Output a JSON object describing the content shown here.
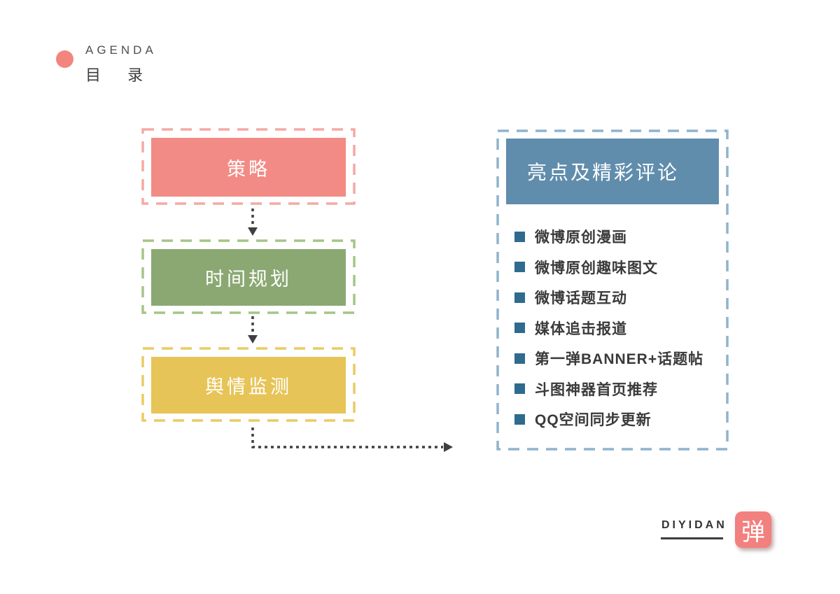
{
  "header": {
    "eyebrow": "AGENDA",
    "title": "目 录",
    "dot_color": "#F2867F"
  },
  "flow": {
    "steps": [
      {
        "label": "策略",
        "fill": "#F28B85",
        "dash": "#F5A9A4"
      },
      {
        "label": "时间规划",
        "fill": "#8BA873",
        "dash": "#A5C589"
      },
      {
        "label": "舆情监测",
        "fill": "#E7C457",
        "dash": "#EACB62"
      }
    ],
    "arrow_color": "#3F3F3F"
  },
  "panel": {
    "title": "亮点及精彩评论",
    "fill": "#618DAD",
    "dash": "#8FB3CD",
    "bullet_color": "#2E6B8E",
    "items": [
      "微博原创漫画",
      "微博原创趣味图文",
      "微博话题互动",
      "媒体追击报道",
      "第一弹BANNER+话题帖",
      "斗图神器首页推荐",
      "QQ空间同步更新"
    ]
  },
  "footer": {
    "brand": "DIYIDAN",
    "logo_glyph": "弹",
    "logo_color": "#F2807E"
  }
}
